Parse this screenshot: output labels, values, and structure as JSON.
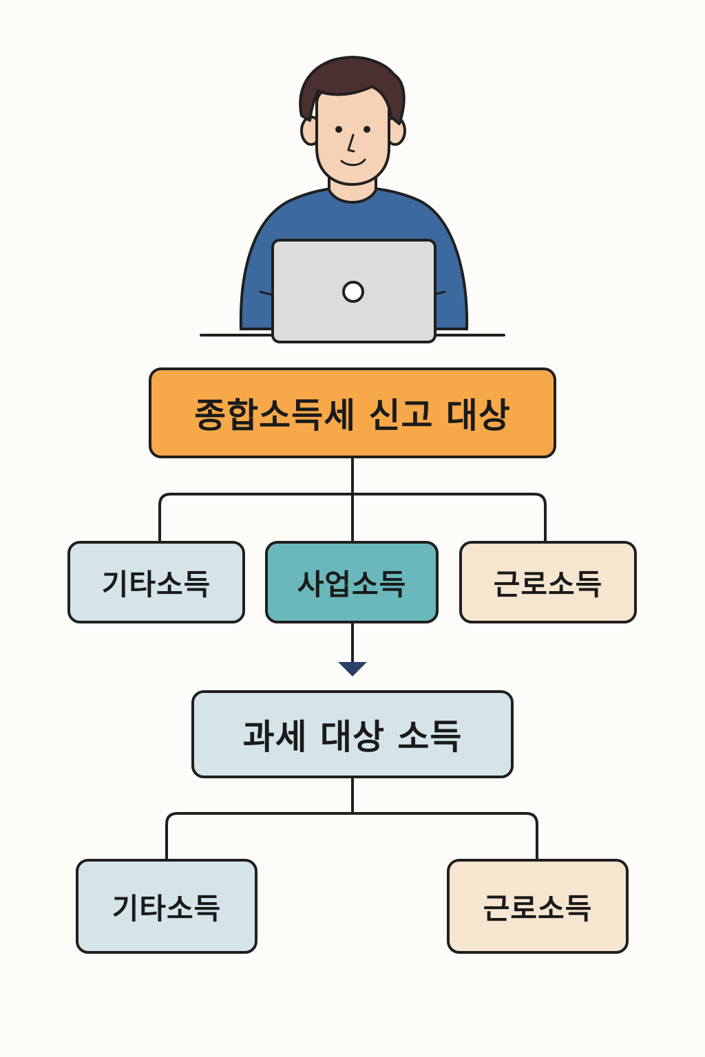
{
  "colors": {
    "root_fill": "#f7a94a",
    "business_fill": "#6ab8bb",
    "light_blue_fill": "#d5e4e9",
    "cream_fill": "#f6e5cf",
    "line": "#1f1f1f",
    "arrow": "#2b3f6b",
    "shirt": "#3d6a9e",
    "skin": "#f5d2b5",
    "hair": "#4a3030",
    "laptop": "#dedcdb"
  },
  "illustration": {
    "icon": "person-with-laptop-icon"
  },
  "diagram": {
    "root": "종합소득세 신고 대상",
    "level1": [
      "기타소득",
      "사업소득",
      "근로소득"
    ],
    "middle": "과세 대상 소득",
    "level2": [
      "기타소득",
      "근로소득"
    ]
  }
}
